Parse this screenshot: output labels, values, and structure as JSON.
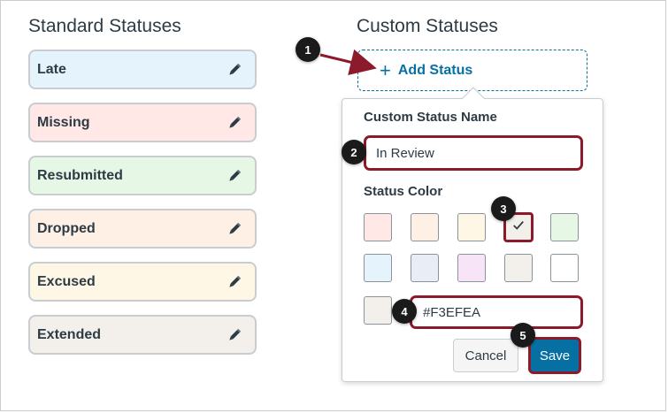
{
  "standard": {
    "title": "Standard Statuses",
    "items": [
      {
        "label": "Late",
        "bg": "#E5F3FC",
        "edit_icon": "pencil-icon"
      },
      {
        "label": "Missing",
        "bg": "#FFE8E5",
        "edit_icon": "pencil-icon"
      },
      {
        "label": "Resubmitted",
        "bg": "#E6F7E6",
        "edit_icon": "pencil-icon"
      },
      {
        "label": "Dropped",
        "bg": "#FEF0E5",
        "edit_icon": "pencil-icon"
      },
      {
        "label": "Excused",
        "bg": "#FEF7E5",
        "edit_icon": "pencil-icon"
      },
      {
        "label": "Extended",
        "bg": "#F3EFEA",
        "edit_icon": "pencil-icon"
      }
    ]
  },
  "custom": {
    "title": "Custom Statuses",
    "add_label": "Add Status",
    "add_icon": "plus-icon"
  },
  "popover": {
    "name_label": "Custom Status Name",
    "name_value": "In Review",
    "color_label": "Status Color",
    "swatches": [
      {
        "color": "#FFE8E5",
        "selected": false
      },
      {
        "color": "#FEF0E5",
        "selected": false
      },
      {
        "color": "#FEF7E5",
        "selected": false
      },
      {
        "color": "#F3EFEA",
        "selected": true
      },
      {
        "color": "#E6F7E6",
        "selected": false
      },
      {
        "color": "#E5F3FC",
        "selected": false
      },
      {
        "color": "#E9EDF5",
        "selected": false
      },
      {
        "color": "#F7E5F7",
        "selected": false
      },
      {
        "color": "#F3EFEA",
        "selected": false
      },
      {
        "color": "#FFFFFF",
        "selected": false
      }
    ],
    "check_icon": "checkmark-icon",
    "hex_value": "#F3EFEA",
    "cancel_label": "Cancel",
    "save_label": "Save"
  },
  "callouts": [
    "1",
    "2",
    "3",
    "4",
    "5"
  ],
  "colors": {
    "accent": "#0770A3",
    "highlight": "#8B1A2B",
    "callout_bg": "#1A1A1A"
  }
}
